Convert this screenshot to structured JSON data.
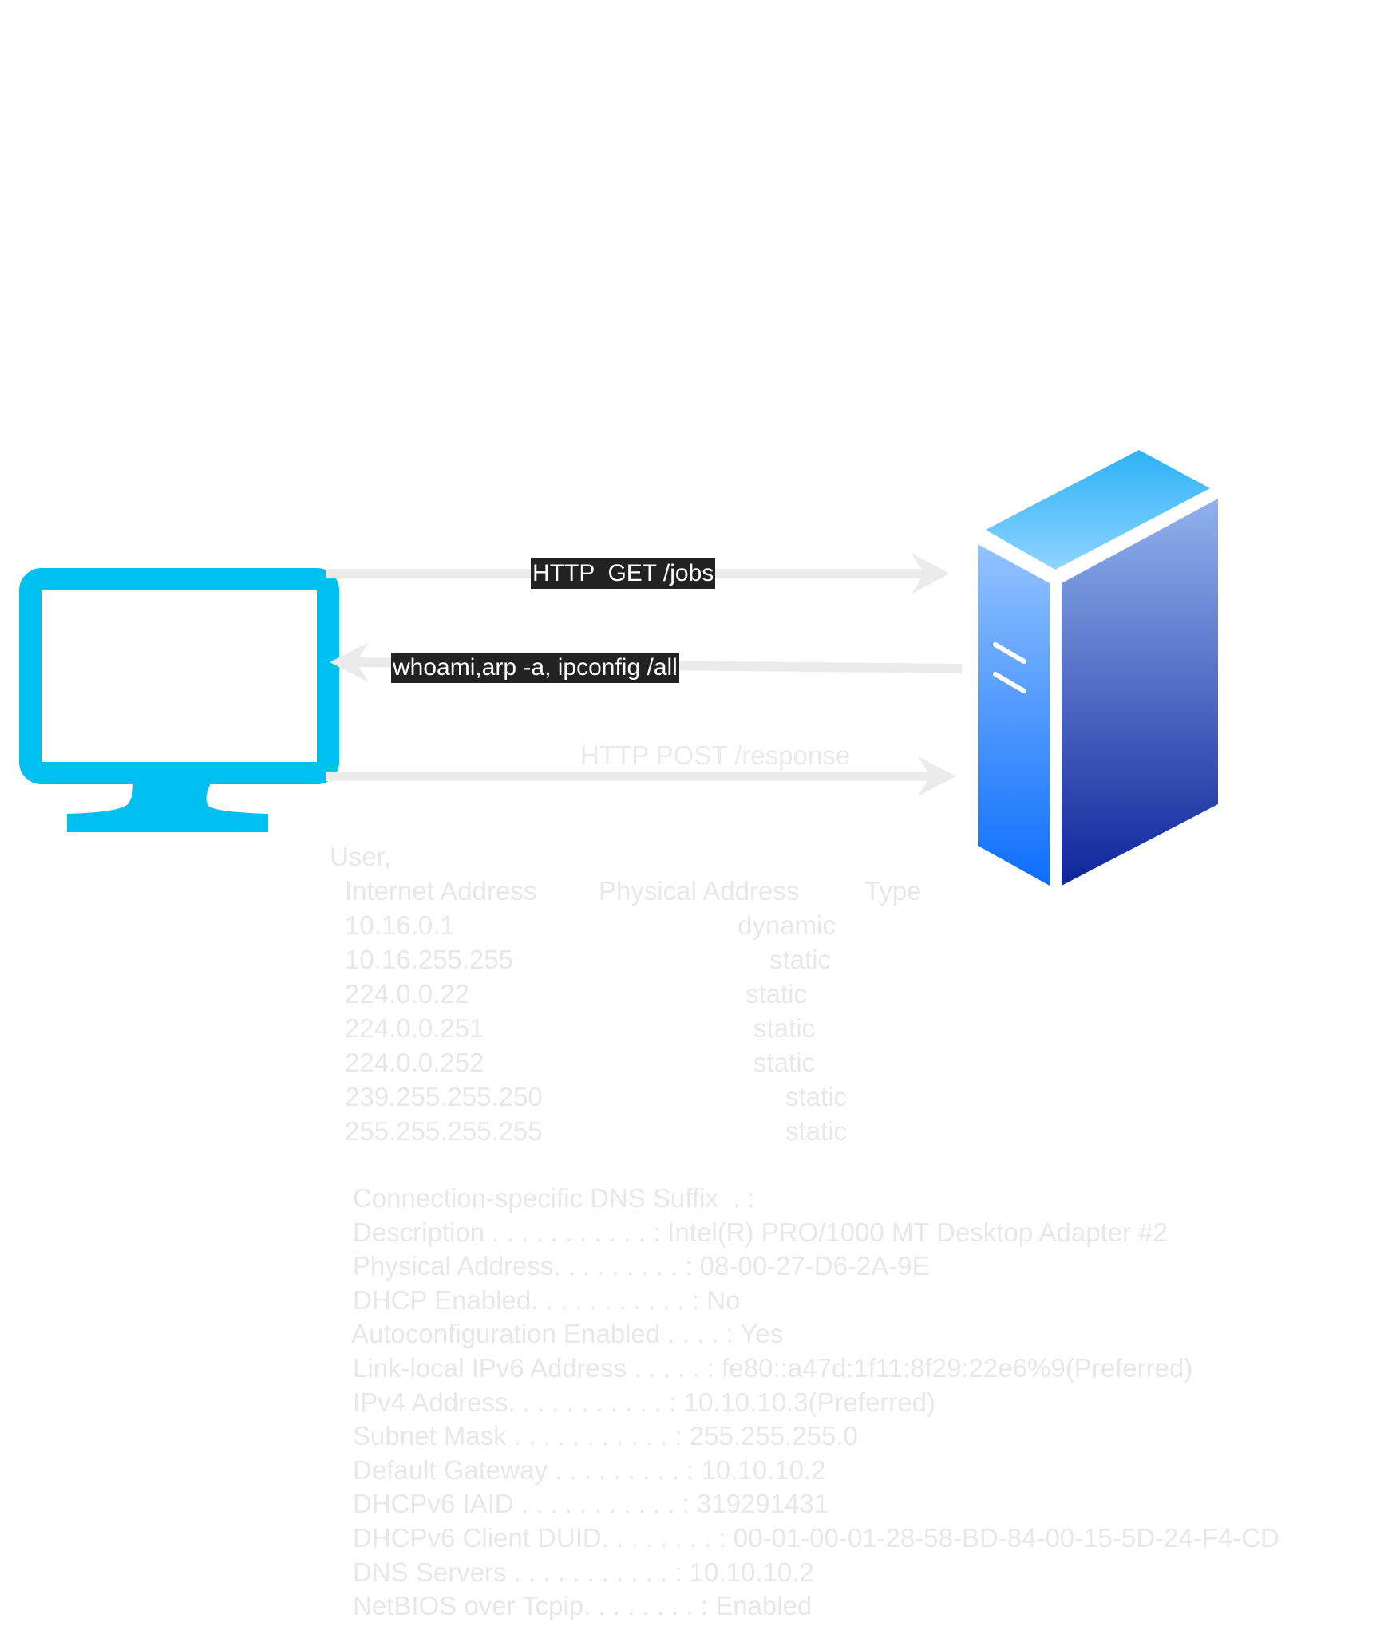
{
  "colors": {
    "monitor": "#00c0f2",
    "arrow": "#ebebeb",
    "label_bg": "#222222",
    "label_fg": "#ffffff",
    "output_text": "#e8e8e8",
    "server_top_light": "#8fd3ff",
    "server_top_dark": "#2db2f7",
    "server_front_light": "#93c3ff",
    "server_front_dark": "#0d6efc",
    "server_side_light": "#91b2ee",
    "server_side_dark": "#0e259a"
  },
  "icons": {
    "client": "desktop-monitor-icon",
    "server": "server-tower-icon"
  },
  "arrows": [
    {
      "label": "HTTP  GET /jobs",
      "direction": "client-to-server"
    },
    {
      "label": "whoami,arp -a, ipconfig /all",
      "direction": "server-to-client"
    },
    {
      "label": "HTTP POST /response",
      "direction": "client-to-server"
    }
  ],
  "output": {
    "arp": {
      "heading": "User,",
      "columns": [
        "Internet Address",
        "Physical Address",
        "Type"
      ],
      "rows": [
        {
          "address": "10.16.0.1",
          "type": "dynamic"
        },
        {
          "address": "10.16.255.255",
          "type": "static"
        },
        {
          "address": "224.0.0.22",
          "type": "static"
        },
        {
          "address": "224.0.0.251",
          "type": "static"
        },
        {
          "address": "224.0.0.252",
          "type": "static"
        },
        {
          "address": "239.255.255.250",
          "type": "static"
        },
        {
          "address": "255.255.255.255",
          "type": "static"
        }
      ]
    },
    "ipconfig": [
      "Connection-specific DNS Suffix  . :",
      "Description . . . . . . . . . . . : Intel(R) PRO/1000 MT Desktop Adapter #2",
      "Physical Address. . . . . . . . . : 08-00-27-D6-2A-9E",
      "DHCP Enabled. . . . . . . . . . . : No",
      "Autoconfiguration Enabled . . . . : Yes",
      "Link-local IPv6 Address . . . . . : fe80::a47d:1f11:8f29:22e6%9(Preferred)",
      "IPv4 Address. . . . . . . . . . . : 10.10.10.3(Preferred)",
      "Subnet Mask . . . . . . . . . . . : 255.255.255.0",
      "Default Gateway . . . . . . . . . : 10.10.10.2",
      "DHCPv6 IAID . . . . . . . . . . . : 319291431",
      "DHCPv6 Client DUID. . . . . . . . : 00-01-00-01-28-58-BD-84-00-15-5D-24-F4-CD",
      "DNS Servers . . . . . . . . . . . : 10.10.10.2",
      "NetBIOS over Tcpip. . . . . . . . : Enabled"
    ]
  }
}
